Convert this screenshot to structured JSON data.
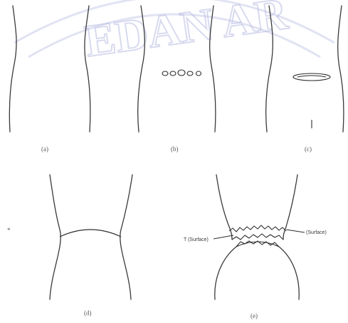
{
  "watermark": {
    "text": "EDAN AR",
    "color": "#b9bde2"
  },
  "panels": [
    {
      "id": "a",
      "caption": "(a)"
    },
    {
      "id": "b",
      "caption": "(b)"
    },
    {
      "id": "c",
      "caption": "(c)"
    },
    {
      "id": "d",
      "caption": "(d)"
    },
    {
      "id": "e",
      "caption": "(e)"
    }
  ],
  "annotations": {
    "left_label": "T (Surface)",
    "right_label": "(Surface)"
  },
  "page_marker": "*"
}
